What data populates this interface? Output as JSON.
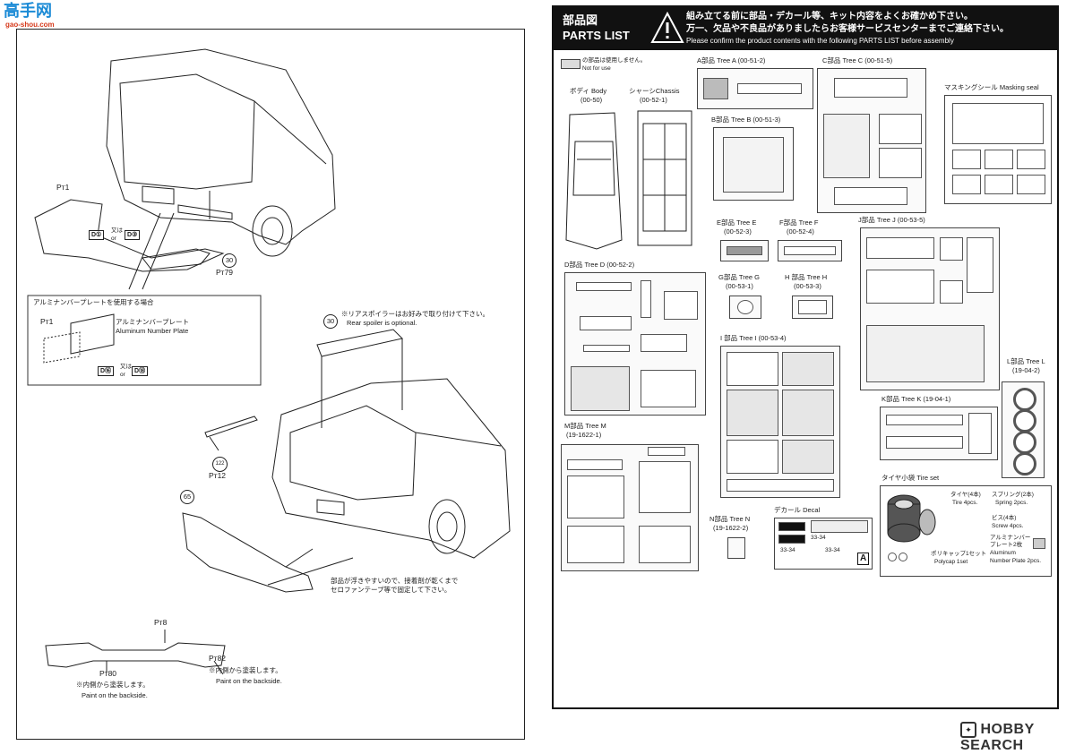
{
  "watermark": {
    "site_cn": "高手网",
    "site_url": "gao-shou.com",
    "hobby_search": "HOBBY SEARCH"
  },
  "left": {
    "callouts": {
      "pt1": "Pт1",
      "d1": "D①",
      "or_ja": "又は",
      "or_en": "or",
      "d3": "D③",
      "n30a": "30",
      "pt79": "Pт79",
      "n30b": "30",
      "n122": "122",
      "pt12": "Pт12",
      "n65": "65",
      "pt8": "Pт8",
      "pt80": "Pт80",
      "pt82": "Pт82"
    },
    "plate_box": {
      "title": "アルミナンバープレートを使用する場合",
      "pt1": "Pт1",
      "label_ja": "アルミナンバープレート",
      "label_en": "Aluminum Number Plate",
      "d16": "D⑯",
      "or_ja": "又は",
      "or_en": "or",
      "d18": "D⑱"
    },
    "spoiler_note_ja": "※リアスポイラーはお好みで取り付けて下さい。",
    "spoiler_note_en": "Rear spoiler is optional.",
    "tape_note_1": "部品が浮きやすいので、接着剤が乾くまで",
    "tape_note_2": "セロファンテープ等で固定して下さい。",
    "back_note_ja_a": "※内側から塗装します。",
    "back_note_en_a": "Paint on the backside.",
    "back_note_ja_b": "※内側から塗装します。",
    "back_note_en_b": "Paint on the backside."
  },
  "right": {
    "header": {
      "title_ja": "部品図",
      "title_en": "PARTS LIST",
      "line1": "組み立てる前に部品・デカール等、キット内容をよくお確かめ下さい。",
      "line2": "万一、欠品や不良品がありましたらお客様サービスセンターまでご連絡下さい。",
      "line3": "Please confirm the product contents with the following PARTS LIST before assembly"
    },
    "legend_ja": "の部品は使用しません。",
    "legend_en": "Not for use",
    "body_ja": "ボディ Body",
    "body_code": "(00-50)",
    "chassis_ja": "シャーシChassis",
    "chassis_code": "(00-52-1)",
    "tree_a": "A部品 Tree A (00-51-2)",
    "tree_b": "B部品 Tree B (00-51-3)",
    "tree_c": "C部品 Tree C (00-51-5)",
    "masking": "マスキングシール Masking seal",
    "tree_d": "D部品 Tree D (00-52-2)",
    "tree_e": "E部品 Tree E",
    "tree_e_code": "(00-52-3)",
    "tree_f": "F部品 Tree F",
    "tree_f_code": "(00-52-4)",
    "tree_g": "G部品 Tree G",
    "tree_g_code": "(00-53-1)",
    "tree_h": "H 部品 Tree H",
    "tree_h_code": "(00-53-3)",
    "tree_i": "I 部品 Tree I (00-53-4)",
    "tree_j": "J部品 Tree J (00-53-5)",
    "tree_k": "K部品 Tree K (19-04-1)",
    "tree_l": "L部品 Tree L",
    "tree_l_code": "(19-04-2)",
    "tree_m": "M部品 Tree M",
    "tree_m_code": "(19-1622-1)",
    "tree_n": "N部品 Tree N",
    "tree_n_code": "(19-1622-2)",
    "decal": "デカール Decal",
    "decal_plate_a": "33-34",
    "decal_plate_b": "33-34",
    "decal_plate_c": "33-34",
    "decal_letter": "A",
    "tire_set": "タイヤ小袋 Tire set",
    "tire_ja": "タイヤ(4本)",
    "tire_en": "Tire 4pcs.",
    "spring_ja": "スプリング(2本)",
    "spring_en": "Spring 2pcs.",
    "screw_ja": "ビス(4本)",
    "screw_en": "Screw 4pcs.",
    "plate_ja_1": "アルミナンバー",
    "plate_ja_2": "プレート2枚",
    "plate_en_1": "Aluminum",
    "plate_en_2": "Number Plate 2pcs.",
    "polycap_ja": "ポリキャップ1セット",
    "polycap_en": "Polycap 1set"
  },
  "colors": {
    "header_bg": "#111111",
    "unused_gray": "#dcdcdc",
    "line": "#222222"
  }
}
